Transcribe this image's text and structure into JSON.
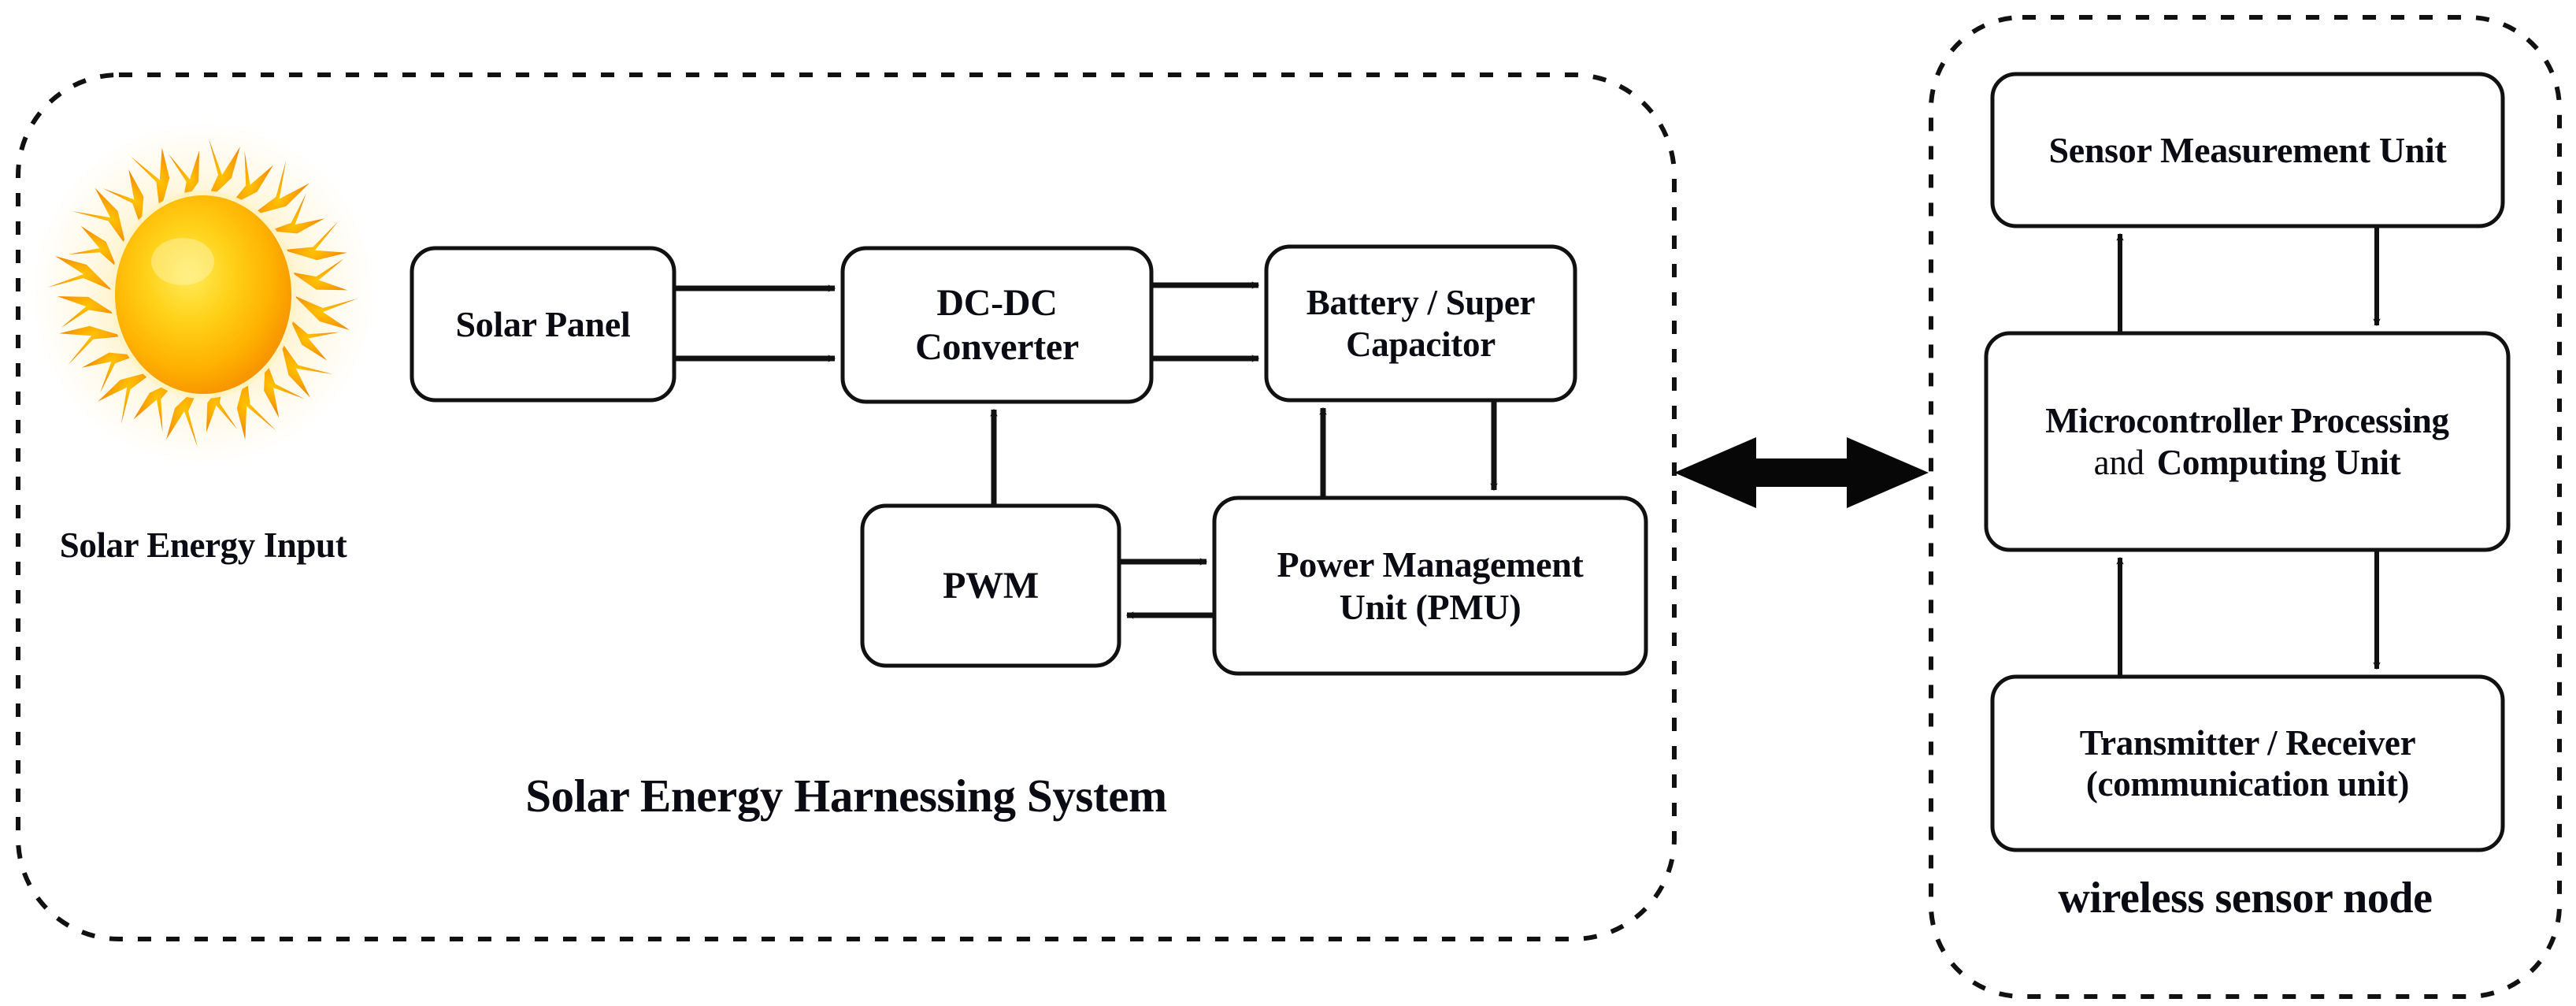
{
  "diagram": {
    "title_left": "Solar Energy Harnessing System",
    "title_right": "wireless sensor node",
    "sun_caption": "Solar Energy Input",
    "icons": {
      "sun": "sun-icon",
      "bidirectional_link": "double-arrow-icon"
    },
    "colors": {
      "box_stroke": "#111111",
      "panel_stroke": "#111111",
      "arrow": "#111111",
      "text": "#0b0b14",
      "sun_core": "#FFD21A",
      "sun_mid": "#FFB300",
      "sun_ray": "#F59300",
      "background": "#FFFFFF"
    }
  },
  "left_panel": {
    "label": "Solar Energy Harnessing System",
    "boxes": [
      {
        "id": "solar-panel",
        "label": "Solar Panel"
      },
      {
        "id": "dc-dc-converter",
        "label_line1": "DC-DC",
        "label_line2": "Converter"
      },
      {
        "id": "battery-super-capacitor",
        "label_line1": "Battery / Super",
        "label_line2": "Capacitor"
      },
      {
        "id": "pwm",
        "label": "PWM"
      },
      {
        "id": "power-management-unit",
        "label_line1": "Power Management",
        "label_line2": "Unit  (PMU)"
      }
    ],
    "sun": {
      "caption": "Solar Energy Input"
    }
  },
  "right_panel": {
    "label": "wireless sensor node",
    "boxes": [
      {
        "id": "sensor-measurement-unit",
        "label": "Sensor Measurement Unit"
      },
      {
        "id": "microcontroller-unit",
        "label_line1": "Microcontroller Processing",
        "label_line2_a": "and",
        "label_line2_b": "Computing Unit"
      },
      {
        "id": "transmitter-receiver",
        "label_line1": "Transmitter / Receiver",
        "label_line2": "(communication unit)"
      }
    ]
  },
  "connections": [
    {
      "from": "solar-panel",
      "to": "dc-dc-converter",
      "type": "arrow"
    },
    {
      "from": "solar-panel",
      "to": "dc-dc-converter",
      "type": "arrow"
    },
    {
      "from": "dc-dc-converter",
      "to": "battery-super-capacitor",
      "type": "arrow"
    },
    {
      "from": "dc-dc-converter",
      "to": "battery-super-capacitor",
      "type": "arrow"
    },
    {
      "from": "pwm",
      "to": "dc-dc-converter",
      "type": "arrow"
    },
    {
      "from": "pwm",
      "to": "power-management-unit",
      "type": "arrow"
    },
    {
      "from": "power-management-unit",
      "to": "pwm",
      "type": "arrow"
    },
    {
      "from": "power-management-unit",
      "to": "battery-super-capacitor",
      "type": "arrow"
    },
    {
      "from": "battery-super-capacitor",
      "to": "power-management-unit",
      "type": "arrow"
    },
    {
      "from": "left_panel",
      "to": "right_panel",
      "type": "double-arrow"
    },
    {
      "from": "microcontroller-unit",
      "to": "sensor-measurement-unit",
      "type": "arrow"
    },
    {
      "from": "sensor-measurement-unit",
      "to": "microcontroller-unit",
      "type": "arrow"
    },
    {
      "from": "transmitter-receiver",
      "to": "microcontroller-unit",
      "type": "arrow"
    },
    {
      "from": "microcontroller-unit",
      "to": "transmitter-receiver",
      "type": "arrow"
    }
  ]
}
